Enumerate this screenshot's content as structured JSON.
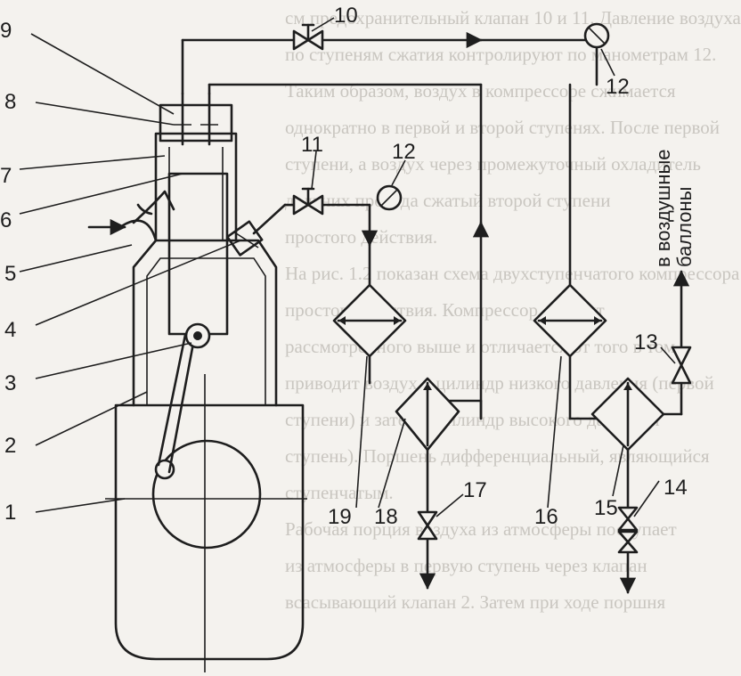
{
  "background_text": [
    "см предохранительный клапан 10 и 11. Давление воздуха",
    "по ступеням сжатия контролируют по манометрам 12.",
    "Таким образом, воздух в компрессоре сжимается",
    "однократно в первой и второй ступенях. После первой",
    "ступени, а воздух через промежуточный охладитель",
    "дальних прохода сжатый второй ступени",
    "простого действия.",
    "На рис. 1.2 показан схема двухступенчатого компрессора",
    "простого действия. Компрессор состоит",
    "рассмотренного выше и отличается от того в том,",
    "приводит воздух в цилиндр низкого давления (первой",
    "ступени) и затем в цилиндр высокого давления",
    "ступень). Поршень дифференциальный, являющийся",
    "ступенчатым.",
    "Рабочая порция воздуха из атмосферы поступает",
    "из атмосферы в первую ступень через клапан",
    "всасывающий клапан 2. Затем при ходе поршня"
  ],
  "vertical_label": {
    "line1": "в воздушные",
    "line2": "баллоны"
  },
  "labels": {
    "n1": "1",
    "n2": "2",
    "n3": "3",
    "n4": "4",
    "n5": "5",
    "n6": "6",
    "n7": "7",
    "n8": "8",
    "n9": "9",
    "n10": "10",
    "n11": "11",
    "n12a": "12",
    "n12b": "12",
    "n13": "13",
    "n14": "14",
    "n15": "15",
    "n16": "16",
    "n17": "17",
    "n18": "18",
    "n19": "19"
  }
}
